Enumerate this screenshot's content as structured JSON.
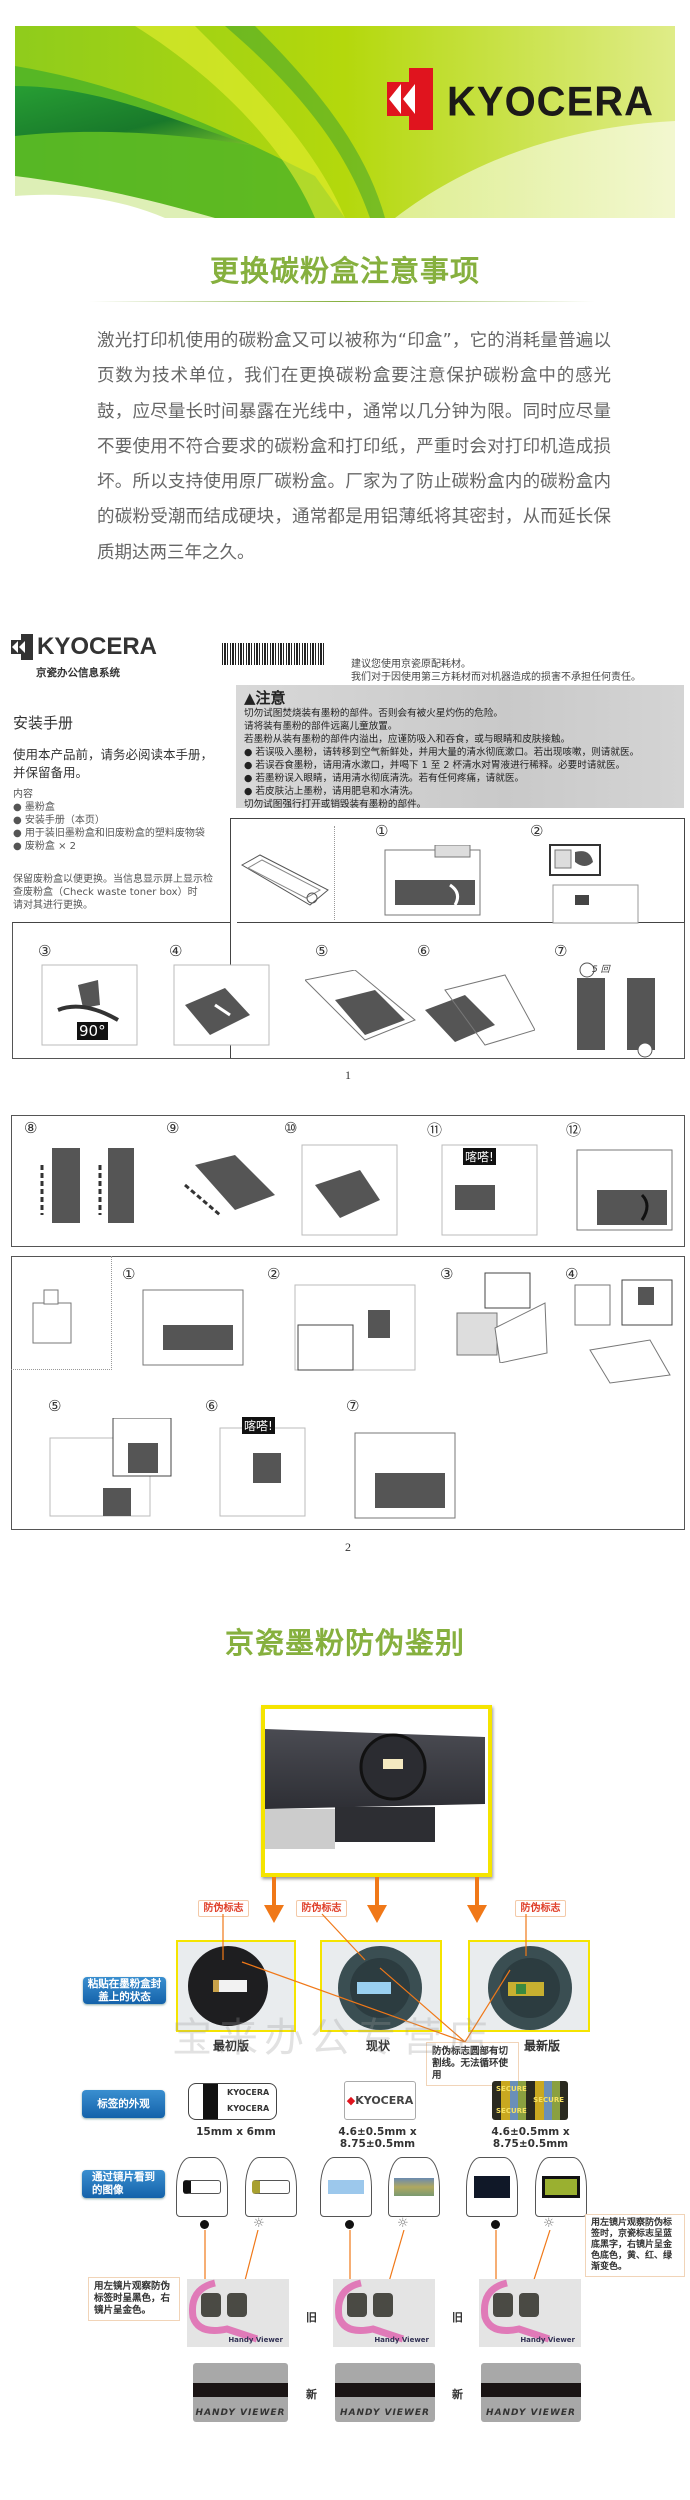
{
  "banner": {
    "brand": "KYOCERA"
  },
  "section1": {
    "title": "更换碳粉盒注意事项",
    "paragraph": "激光打印机使用的碳粉盒又可以被称为“印盒”，它的消耗量普遍以页数为技术单位，我们在更换碳粉盒要注意保护碳粉盒中的感光鼓，应尽量长时间暴露在光线中，通常以几分钟为限。同时应尽量不要使用不符合要求的碳粉盒和打印纸，严重时会对打印机造成损坏。所以支持使用原厂碳粉盒。厂家为了防止碳粉盒内的碳粉盒内的碳粉受潮而结成硬块，通常都是用铝薄纸将其密封，从而延长保质期达两三年之久。"
  },
  "manual": {
    "brand": "KYOCERA",
    "company": "京瓷办公信息系统",
    "notice": [
      "建议您使用京瓷原配耗材。",
      "我们对于因使用第三方耗材而对机器造成的损害不承担任何责任。"
    ],
    "caution_title": "注意",
    "caution_lines": [
      "切勿试图焚烧装有墨粉的部件。否则会有被火星灼伤的危险。",
      "请将装有墨粉的部件远离儿童放置。",
      "若墨粉从装有墨粉的部件内溢出，应谨防吸入和吞食，或与眼睛和皮肤接触。",
      "● 若误吸入墨粉，请转移到空气新鲜处，并用大量的清水彻底漱口。若出现咳嗽，则请就医。",
      "● 若误吞食墨粉，请用清水漱口，并喝下 1 至 2 杯清水对胃液进行稀释。必要时请就医。",
      "● 若墨粉误入眼睛，请用清水彻底清洗。若有任何疼痛，请就医。",
      "● 若皮肤沾上墨粉，请用肥皂和水清洗。",
      "切勿试图强行打开或销毁装有墨粉的部件。"
    ],
    "title": "安装手册",
    "intro": [
      "使用本产品前，请务必阅读本手册，",
      "并保留备用。"
    ],
    "contents_label": "内容",
    "contents": [
      "墨粉盒",
      "安装手册（本页）",
      "用于装旧墨粉盒和旧废粉盒的塑料废物袋",
      "废粉盒 × 2"
    ],
    "waste_note": [
      "保留废粉盒以便更换。当信息显示屏上显示检",
      "查废粉盒（Check waste toner box）时",
      "请对其进行更换。"
    ],
    "steps_page1": [
      "①",
      "②",
      "③",
      "④",
      "⑤",
      "⑥",
      "⑦"
    ],
    "angle": "90°",
    "times": "5 回",
    "steps_page1b": [
      "⑧",
      "⑨",
      "⑩",
      "⑪",
      "⑫"
    ],
    "click": "喀嗒!",
    "steps_page2": [
      "①",
      "②",
      "③",
      "④",
      "⑤",
      "⑥",
      "⑦"
    ],
    "page_numbers": [
      "1",
      "2"
    ]
  },
  "section2": {
    "title": "京瓷墨粉防伪鉴别",
    "marker_label": "防伪标志",
    "row_labels": [
      "粘贴在墨粉盒封盖上的状态",
      "标签的外观",
      "通过镜片看到的图像"
    ],
    "versions": [
      "最初版",
      "现状",
      "最新版"
    ],
    "cut_note": "防伪标志圆部有切割线。无法循环使用",
    "label_brand": "KYOCERA",
    "secure_text": "SECURE",
    "sizes": [
      "15mm x 6mm",
      "4.6±0.5mm x 8.75±0.5mm",
      "4.6±0.5mm x 8.75±0.5mm"
    ],
    "note_left": "用左镜片观察防伪标签时呈黑色，右镜片呈金色。",
    "note_right": "用左镜片观察防伪标签时，京瓷标志呈蓝底黑字，右镜片呈金色底色，黄、红、绿渐变色。",
    "old": "旧",
    "new": "新",
    "handy_viewer_old": "Handy Viewer",
    "handy_viewer_new": "HANDY VIEWER",
    "watermark": "宝来办公专营店"
  },
  "colors": {
    "accent_green": "#86b03e",
    "kyocera_red": "#e0141e",
    "orange": "#f07818",
    "blue_label": "#1b6cb3",
    "frame_yellow": "#f5e400"
  }
}
